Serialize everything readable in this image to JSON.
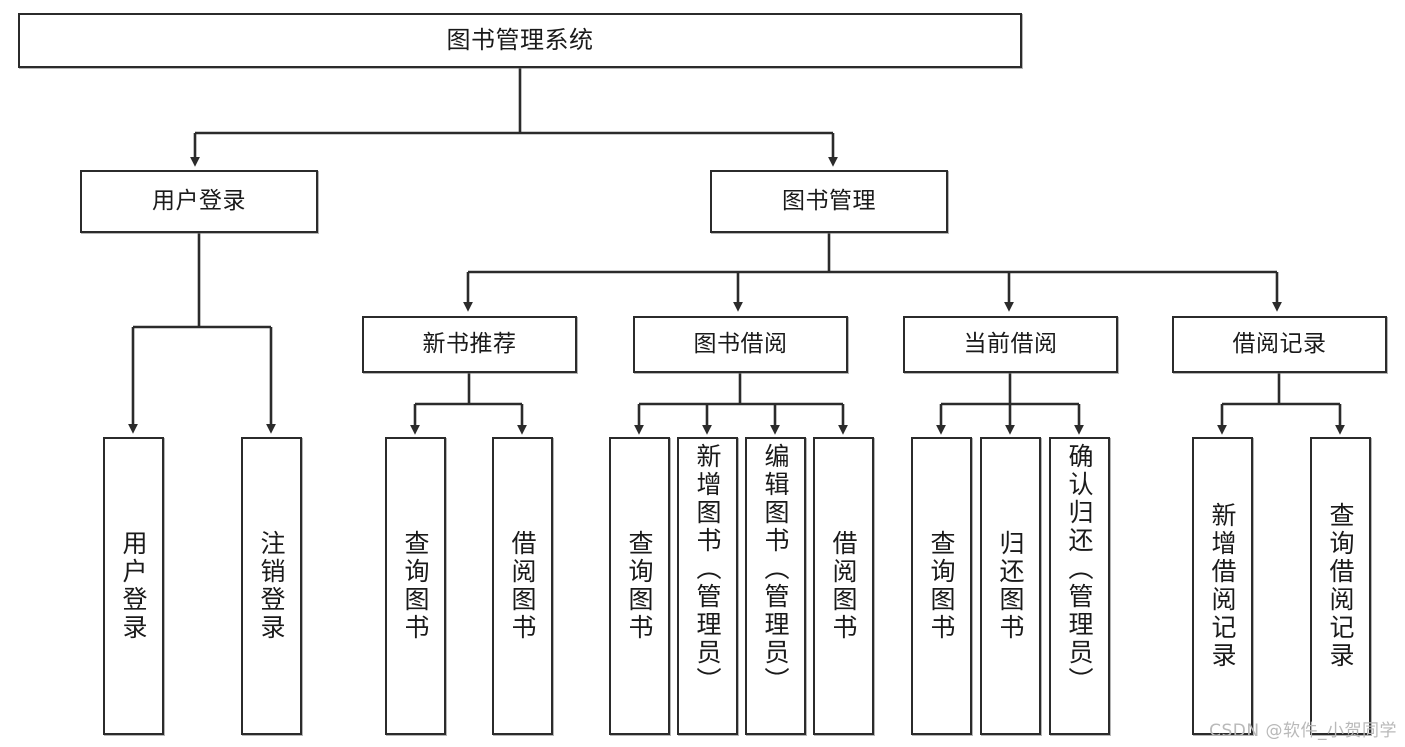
{
  "diagram": {
    "title": "图书管理系统",
    "watermark": "CSDN @软件_小贺同学",
    "colors": {
      "stroke": "#2b2b2b",
      "fill": "#ffffff",
      "text": "#1a1a1a",
      "watermark": "#b9b9b9"
    }
  },
  "chart_data": {
    "type": "tree-diagram",
    "title": "图书管理系统",
    "orientation": "top-down",
    "levels": 4,
    "nodes": [
      {
        "id": "root",
        "label": "图书管理系统",
        "level": 0,
        "parent": null,
        "orientation": "horizontal"
      },
      {
        "id": "user-login",
        "label": "用户登录",
        "level": 1,
        "parent": "root",
        "orientation": "horizontal"
      },
      {
        "id": "book-manage",
        "label": "图书管理",
        "level": 1,
        "parent": "root",
        "orientation": "horizontal"
      },
      {
        "id": "new-book-rec",
        "label": "新书推荐",
        "level": 2,
        "parent": "book-manage",
        "orientation": "horizontal"
      },
      {
        "id": "book-borrow",
        "label": "图书借阅",
        "level": 2,
        "parent": "book-manage",
        "orientation": "horizontal"
      },
      {
        "id": "current-borrow",
        "label": "当前借阅",
        "level": 2,
        "parent": "book-manage",
        "orientation": "horizontal"
      },
      {
        "id": "borrow-record",
        "label": "借阅记录",
        "level": 2,
        "parent": "book-manage",
        "orientation": "horizontal"
      },
      {
        "id": "leaf-user-login",
        "label": "用户登录",
        "level": 2,
        "parent": "user-login",
        "orientation": "vertical"
      },
      {
        "id": "leaf-logout",
        "label": "注销登录",
        "level": 2,
        "parent": "user-login",
        "orientation": "vertical"
      },
      {
        "id": "leaf-nbr-query",
        "label": "查询图书",
        "level": 3,
        "parent": "new-book-rec",
        "orientation": "vertical"
      },
      {
        "id": "leaf-nbr-borrow",
        "label": "借阅图书",
        "level": 3,
        "parent": "new-book-rec",
        "orientation": "vertical"
      },
      {
        "id": "leaf-bb-query",
        "label": "查询图书",
        "level": 3,
        "parent": "book-borrow",
        "orientation": "vertical"
      },
      {
        "id": "leaf-bb-add",
        "label": "新增图书（管理员）",
        "level": 3,
        "parent": "book-borrow",
        "orientation": "vertical"
      },
      {
        "id": "leaf-bb-edit",
        "label": "编辑图书（管理员）",
        "level": 3,
        "parent": "book-borrow",
        "orientation": "vertical"
      },
      {
        "id": "leaf-bb-borrow",
        "label": "借阅图书",
        "level": 3,
        "parent": "book-borrow",
        "orientation": "vertical"
      },
      {
        "id": "leaf-cb-query",
        "label": "查询图书",
        "level": 3,
        "parent": "current-borrow",
        "orientation": "vertical"
      },
      {
        "id": "leaf-cb-return",
        "label": "归还图书",
        "level": 3,
        "parent": "current-borrow",
        "orientation": "vertical"
      },
      {
        "id": "leaf-cb-confirm",
        "label": "确认归还（管理员）",
        "level": 3,
        "parent": "current-borrow",
        "orientation": "vertical"
      },
      {
        "id": "leaf-br-add",
        "label": "新增借阅记录",
        "level": 3,
        "parent": "borrow-record",
        "orientation": "vertical"
      },
      {
        "id": "leaf-br-query",
        "label": "查询借阅记录",
        "level": 3,
        "parent": "borrow-record",
        "orientation": "vertical"
      }
    ],
    "edges": [
      {
        "from": "root",
        "to": "user-login"
      },
      {
        "from": "root",
        "to": "book-manage"
      },
      {
        "from": "user-login",
        "to": "leaf-user-login"
      },
      {
        "from": "user-login",
        "to": "leaf-logout"
      },
      {
        "from": "book-manage",
        "to": "new-book-rec"
      },
      {
        "from": "book-manage",
        "to": "book-borrow"
      },
      {
        "from": "book-manage",
        "to": "current-borrow"
      },
      {
        "from": "book-manage",
        "to": "borrow-record"
      },
      {
        "from": "new-book-rec",
        "to": "leaf-nbr-query"
      },
      {
        "from": "new-book-rec",
        "to": "leaf-nbr-borrow"
      },
      {
        "from": "book-borrow",
        "to": "leaf-bb-query"
      },
      {
        "from": "book-borrow",
        "to": "leaf-bb-add"
      },
      {
        "from": "book-borrow",
        "to": "leaf-bb-edit"
      },
      {
        "from": "book-borrow",
        "to": "leaf-bb-borrow"
      },
      {
        "from": "current-borrow",
        "to": "leaf-cb-query"
      },
      {
        "from": "current-borrow",
        "to": "leaf-cb-return"
      },
      {
        "from": "current-borrow",
        "to": "leaf-cb-confirm"
      },
      {
        "from": "borrow-record",
        "to": "leaf-br-add"
      },
      {
        "from": "borrow-record",
        "to": "leaf-br-query"
      }
    ]
  }
}
